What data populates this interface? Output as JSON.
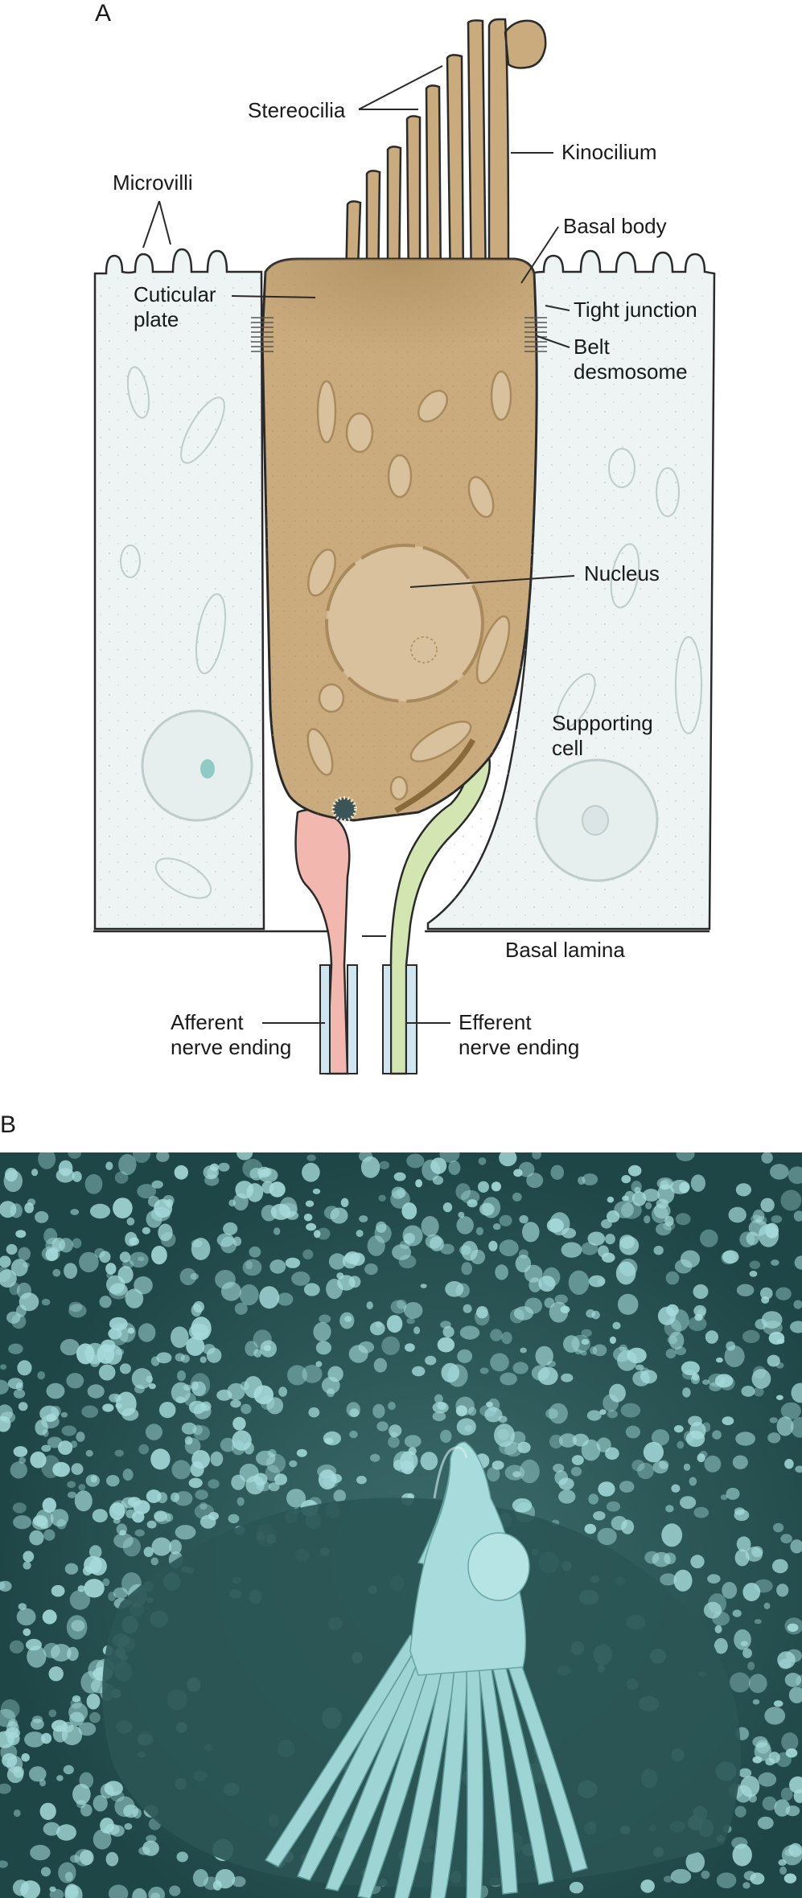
{
  "panel_a": {
    "letter": "A",
    "labels": {
      "stereocilia": "Stereocilia",
      "kinocilium": "Kinocilium",
      "microvilli": "Microvilli",
      "basal_body": "Basal body",
      "cuticular_plate": [
        "Cuticular",
        "plate"
      ],
      "tight_junction": "Tight junction",
      "belt_desmosome": [
        "Belt",
        "desmosome"
      ],
      "nucleus": "Nucleus",
      "supporting_cell": [
        "Supporting",
        "cell"
      ],
      "basal_lamina": "Basal lamina",
      "afferent": [
        "Afferent",
        "nerve ending"
      ],
      "efferent": [
        "Efferent",
        "nerve ending"
      ]
    }
  },
  "panel_b": {
    "letter": "B"
  },
  "colors": {
    "hair_cell": "#c9ab7e",
    "hair_cell_dark": "#a98a5c",
    "supporting_cell": "#eef3f3",
    "afferent": "#f2b8b0",
    "efferent": "#d3e6b1",
    "myelin": "#cfe5f0",
    "sem_bg": "#2d5a5a",
    "sem_fg": "#a8dcdc"
  }
}
